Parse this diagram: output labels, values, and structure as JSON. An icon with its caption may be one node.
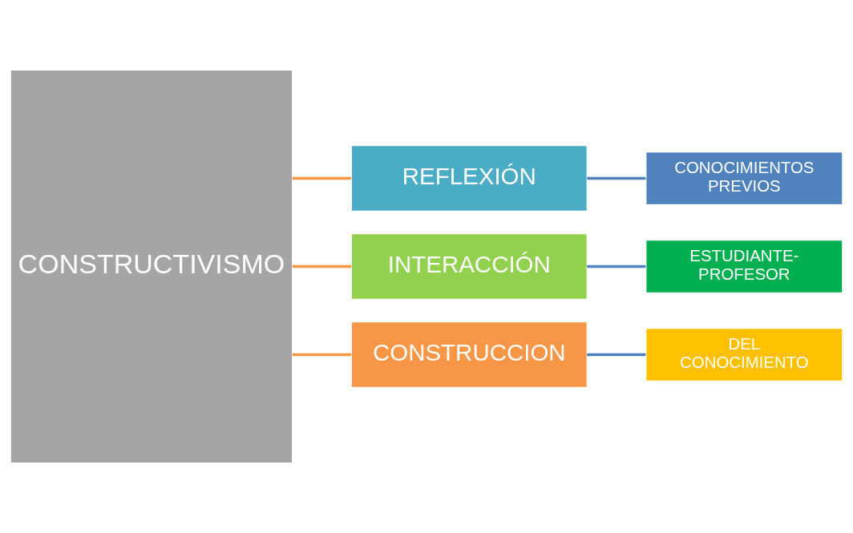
{
  "diagram": {
    "nodes": [
      {
        "text": [
          "CONSTRUCTIVISMO"
        ]
      },
      {
        "text": [
          "REFLEXIÓN"
        ]
      },
      {
        "text": [
          "INTERACCIÓN"
        ]
      },
      {
        "text": [
          "CONSTRUCCION"
        ]
      },
      {
        "text": [
          "CONOCIMIENTOS PREVIOS"
        ]
      },
      {
        "text": [
          "ESTUDIANTE- PROFESOR"
        ]
      },
      {
        "text": [
          "DEL CONOCIMIENTO"
        ]
      }
    ],
    "edges": [
      {
        "from": 0,
        "to": 1,
        "arrow": "none",
        "color": "#f79646"
      },
      {
        "from": 0,
        "to": 2,
        "arrow": "none",
        "color": "#f79646"
      },
      {
        "from": 0,
        "to": 3,
        "arrow": "none",
        "color": "#f79646"
      },
      {
        "from": 1,
        "to": 4,
        "arrow": "none",
        "color": "#4f81bd"
      },
      {
        "from": 2,
        "to": 5,
        "arrow": "none",
        "color": "#4f81bd"
      },
      {
        "from": 3,
        "to": 6,
        "arrow": "none",
        "color": "#4f81bd"
      }
    ]
  }
}
